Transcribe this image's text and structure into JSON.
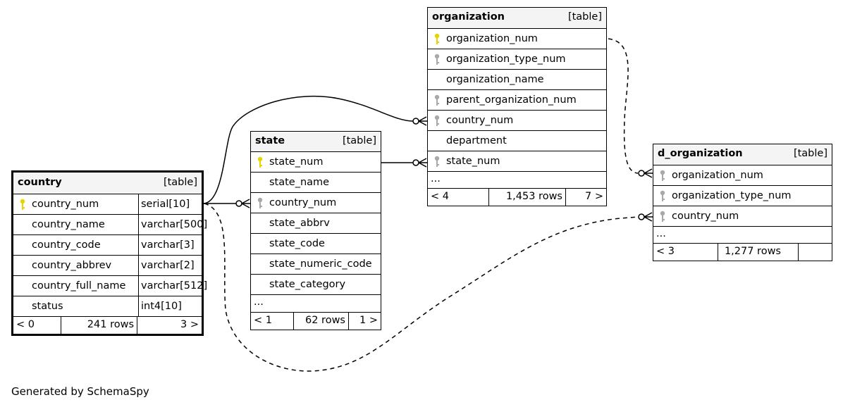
{
  "country": {
    "name": "country",
    "type_label": "[table]",
    "columns": [
      {
        "name": "country_num",
        "type": "serial[10]",
        "key": "primary"
      },
      {
        "name": "country_name",
        "type": "varchar[500]",
        "key": "none"
      },
      {
        "name": "country_code",
        "type": "varchar[3]",
        "key": "none"
      },
      {
        "name": "country_abbrev",
        "type": "varchar[2]",
        "key": "none"
      },
      {
        "name": "country_full_name",
        "type": "varchar[512]",
        "key": "none"
      },
      {
        "name": "status",
        "type": "int4[10]",
        "key": "none"
      }
    ],
    "footer": {
      "parents": "< 0",
      "rows": "241 rows",
      "children": "3 >"
    }
  },
  "state": {
    "name": "state",
    "type_label": "[table]",
    "columns": [
      {
        "name": "state_num",
        "key": "primary"
      },
      {
        "name": "state_name",
        "key": "none"
      },
      {
        "name": "country_num",
        "key": "foreign"
      },
      {
        "name": "state_abbrv",
        "key": "none"
      },
      {
        "name": "state_code",
        "key": "none"
      },
      {
        "name": "state_numeric_code",
        "key": "none"
      },
      {
        "name": "state_category",
        "key": "none"
      }
    ],
    "more": "...",
    "footer": {
      "parents": "< 1",
      "rows": "62 rows",
      "children": "1 >"
    }
  },
  "organization": {
    "name": "organization",
    "type_label": "[table]",
    "columns": [
      {
        "name": "organization_num",
        "key": "primary"
      },
      {
        "name": "organization_type_num",
        "key": "foreign"
      },
      {
        "name": "organization_name",
        "key": "none"
      },
      {
        "name": "parent_organization_num",
        "key": "foreign"
      },
      {
        "name": "country_num",
        "key": "foreign"
      },
      {
        "name": "department",
        "key": "none"
      },
      {
        "name": "state_num",
        "key": "foreign"
      }
    ],
    "more": "...",
    "footer": {
      "parents": "< 4",
      "rows": "1,453 rows",
      "children": "7 >"
    }
  },
  "d_organization": {
    "name": "d_organization",
    "type_label": "[table]",
    "columns": [
      {
        "name": "organization_num",
        "key": "foreign"
      },
      {
        "name": "organization_type_num",
        "key": "foreign"
      },
      {
        "name": "country_num",
        "key": "foreign"
      }
    ],
    "more": "...",
    "footer": {
      "parents": "< 3",
      "rows": "1,277 rows",
      "children": ""
    }
  },
  "generated_by": "Generated by SchemaSpy",
  "colors": {
    "primary_key": "#e6d300",
    "foreign_key": "#a9a9a9",
    "header_bg": "#f4f4f4"
  }
}
